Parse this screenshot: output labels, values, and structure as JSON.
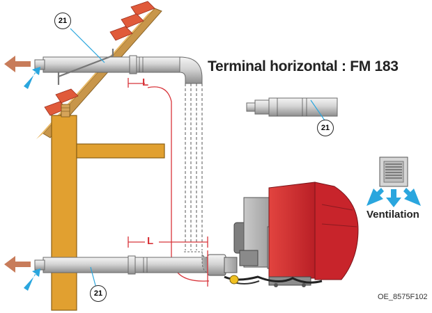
{
  "title": "Terminal horizontal : FM 183",
  "ventilation_label": "Ventilation",
  "reference_code": "OE_8575F102",
  "part_number": "21",
  "length_label": "L",
  "colors": {
    "mast": "#e1a030",
    "burner": "#d32a2f",
    "pipe": "#cfcfcf",
    "exhaust_arrow": "#c87c5a",
    "intake_arrow": "#2aa6de",
    "dimension": "#d8343a",
    "roof_tile": "#e06040"
  },
  "icons": [
    "exhaust-arrow-icon",
    "intake-arrow-icon",
    "ventilation-grille-icon",
    "airflow-arrow-icon"
  ]
}
